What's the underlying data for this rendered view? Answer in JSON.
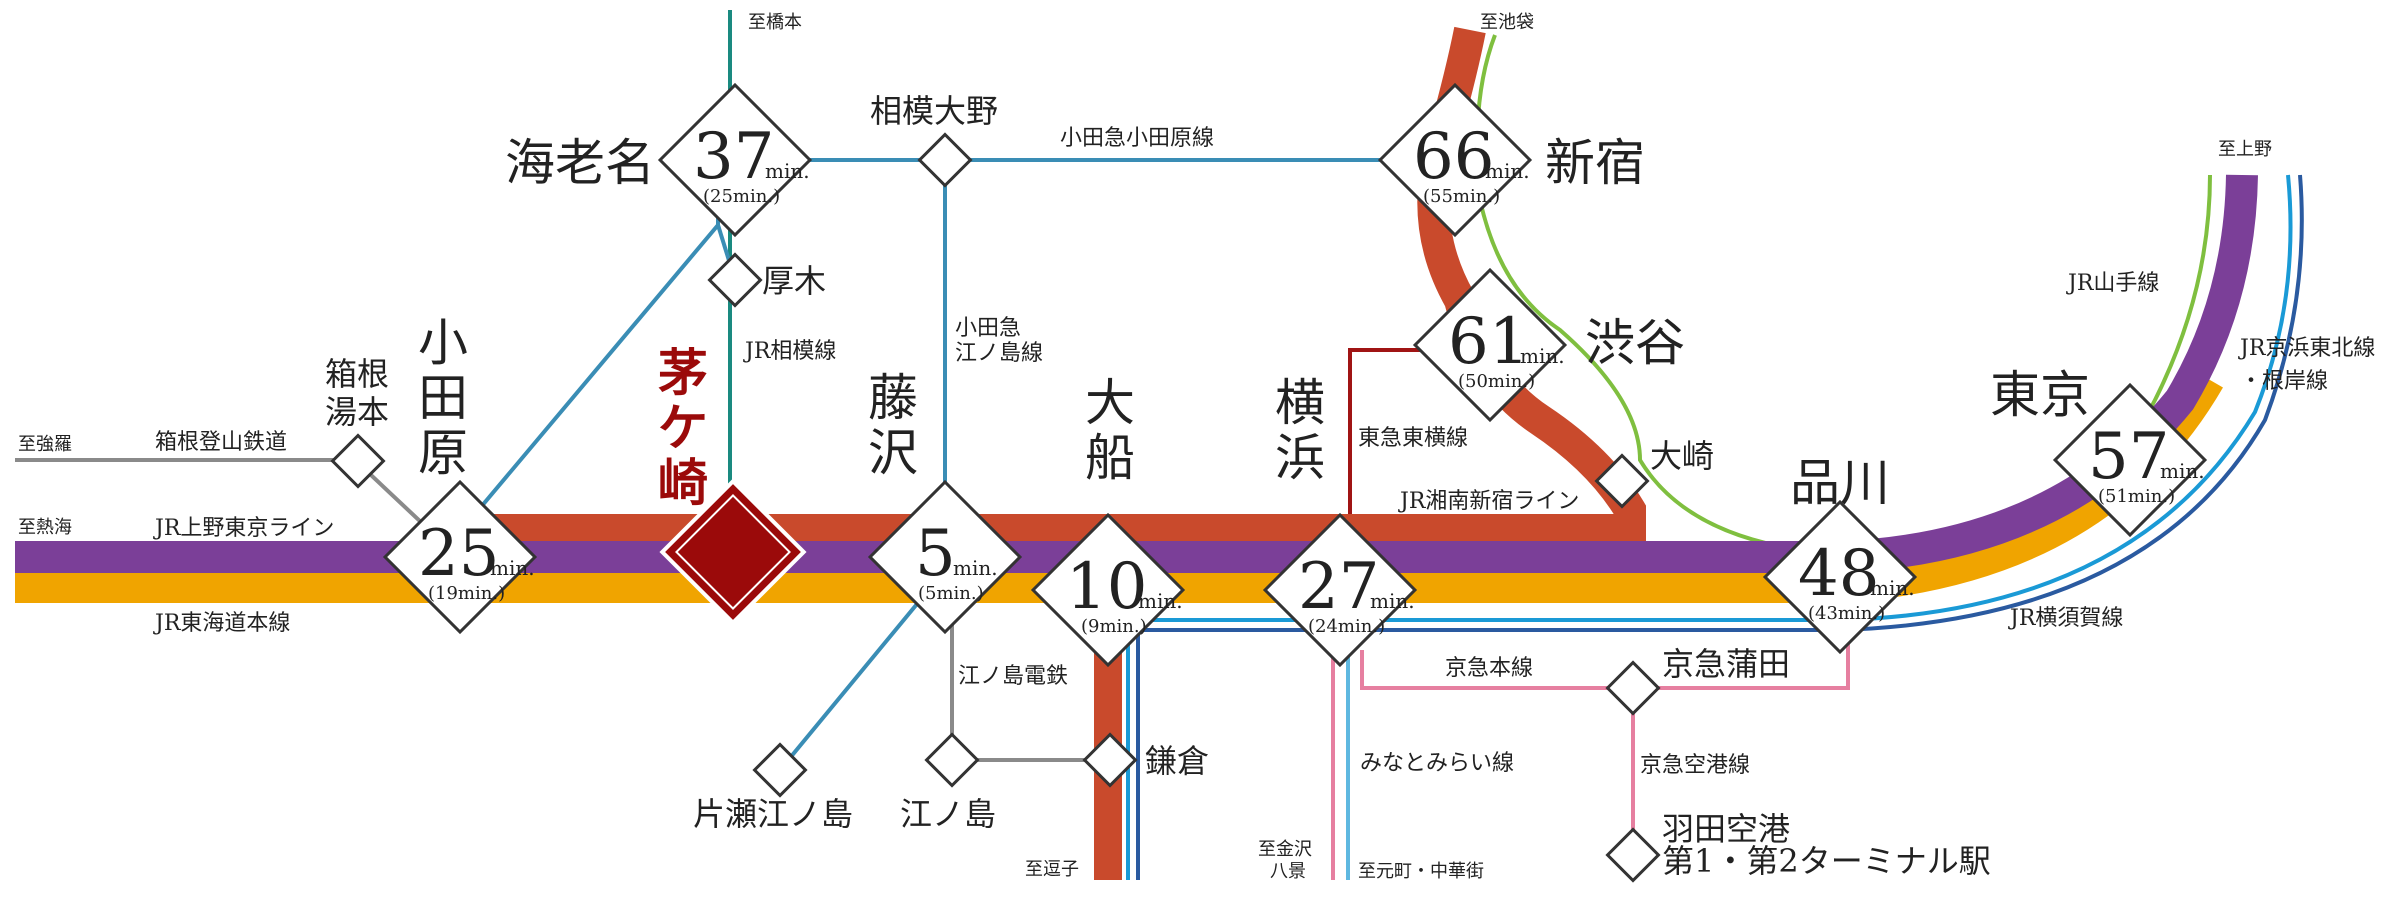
{
  "colors": {
    "jr_tokaido": "#f0a400",
    "jr_ueno_tokyo": "#7b3f98",
    "jr_shonan_shinjuku": "#c94a2c",
    "jr_sagami": "#1a8a80",
    "odakyu": "#3a8db5",
    "keikyu": "#e67fa0",
    "tokyu_toyoko": "#a01414",
    "yamanote": "#7fbf3f",
    "keihin_tohoku": "#1a9ad6",
    "yokosuka": "#2a5aa0",
    "hakone_tozan": "#8a8a8a",
    "enoden": "#8a8a8a",
    "minatomirai": "#5fb8e0",
    "highlight": "#9b0a0a"
  },
  "stations": {
    "chigasaki": "茅ケ崎",
    "odawara": "小田原",
    "ebina": "海老名",
    "sagamiono": "相模大野",
    "atsugi": "厚木",
    "fujisawa": "藤沢",
    "ofuna": "大船",
    "yokohama": "横浜",
    "shinjuku": "新宿",
    "shibuya": "渋谷",
    "osaki": "大崎",
    "shinagawa": "品川",
    "tokyo": "東京",
    "keikyu_kamata": "京急蒲田",
    "haneda": "羽田空港",
    "haneda_sub": "第1・第2ターミナル駅",
    "kamakura": "鎌倉",
    "enoshima": "江ノ島",
    "katase_enoshima": "片瀬江ノ島",
    "hakone_yumoto": "箱根\n湯本"
  },
  "times": {
    "odawara": {
      "main": "25",
      "sub": "(19min.)"
    },
    "ebina": {
      "main": "37",
      "sub": "(25min.)"
    },
    "shinjuku": {
      "main": "66",
      "sub": "(55min.)"
    },
    "shibuya": {
      "main": "61",
      "sub": "(50min.)"
    },
    "fujisawa": {
      "main": "5",
      "sub": "(5min.)"
    },
    "ofuna": {
      "main": "10",
      "sub": "(9min.)"
    },
    "yokohama": {
      "main": "27",
      "sub": "(24min.)"
    },
    "shinagawa": {
      "main": "48",
      "sub": "(43min.)"
    },
    "tokyo": {
      "main": "57",
      "sub": "(51min.)"
    },
    "min_unit": "min."
  },
  "lines": {
    "jr_ueno_tokyo": "JR上野東京ライン",
    "jr_tokaido": "JR東海道本線",
    "jr_shonan_shinjuku": "JR湘南新宿ライン",
    "jr_sagami": "JR相模線",
    "odakyu_odawara": "小田急小田原線",
    "odakyu_enoshima": "小田急\n江ノ島線",
    "hakone_tozan": "箱根登山鉄道",
    "enoden": "江ノ島電鉄",
    "tokyu_toyoko": "東急東横線",
    "yamanote": "JR山手線",
    "keihin_tohoku": "JR京浜東北線\n・根岸線",
    "yokosuka": "JR横須賀線",
    "keikyu_main": "京急本線",
    "keikyu_airport": "京急空港線",
    "minatomirai": "みなとみらい線"
  },
  "destinations": {
    "hashimoto": "至橋本",
    "ikebukuro": "至池袋",
    "ueno": "至上野",
    "gora": "至強羅",
    "atami": "至熱海",
    "zushi": "至逗子",
    "kanazawa_hakkei": "至金沢\n八景",
    "motomachi": "至元町・中華街"
  }
}
